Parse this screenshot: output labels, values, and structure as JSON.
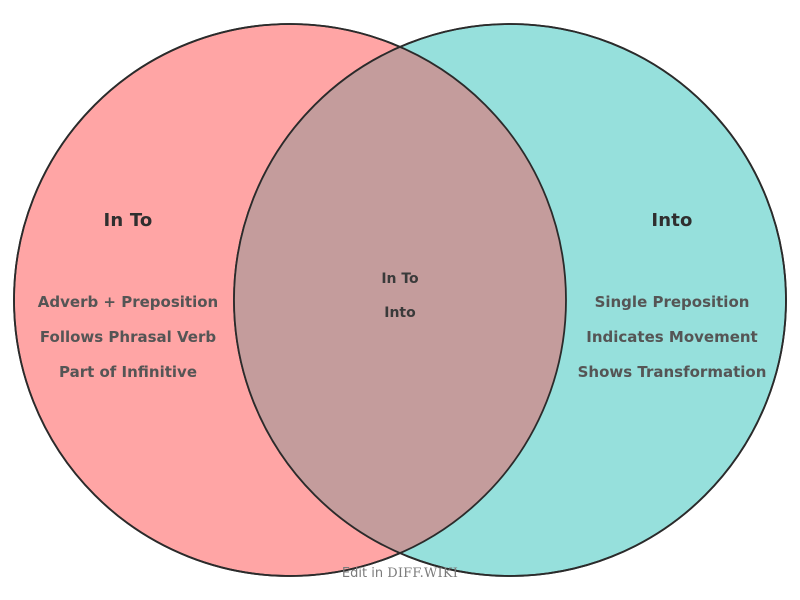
{
  "diagram": {
    "type": "venn",
    "background": "#ffffff",
    "stroke_color": "#2b2b2b",
    "left_set": {
      "title": "In To",
      "fill": "#ffa5a5",
      "items": [
        "Adverb + Preposition",
        "Follows Phrasal Verb",
        "Part of Infinitive"
      ]
    },
    "right_set": {
      "title": "Into",
      "fill": "#96e0dc",
      "items": [
        "Single Preposition",
        "Indicates Movement",
        "Shows Transformation"
      ]
    },
    "intersection": {
      "fill": "#c49c9c",
      "items": [
        "In To",
        "Into"
      ]
    }
  },
  "footer": {
    "prefix": "Edit in ",
    "brand": "DIFF.WIKI"
  }
}
